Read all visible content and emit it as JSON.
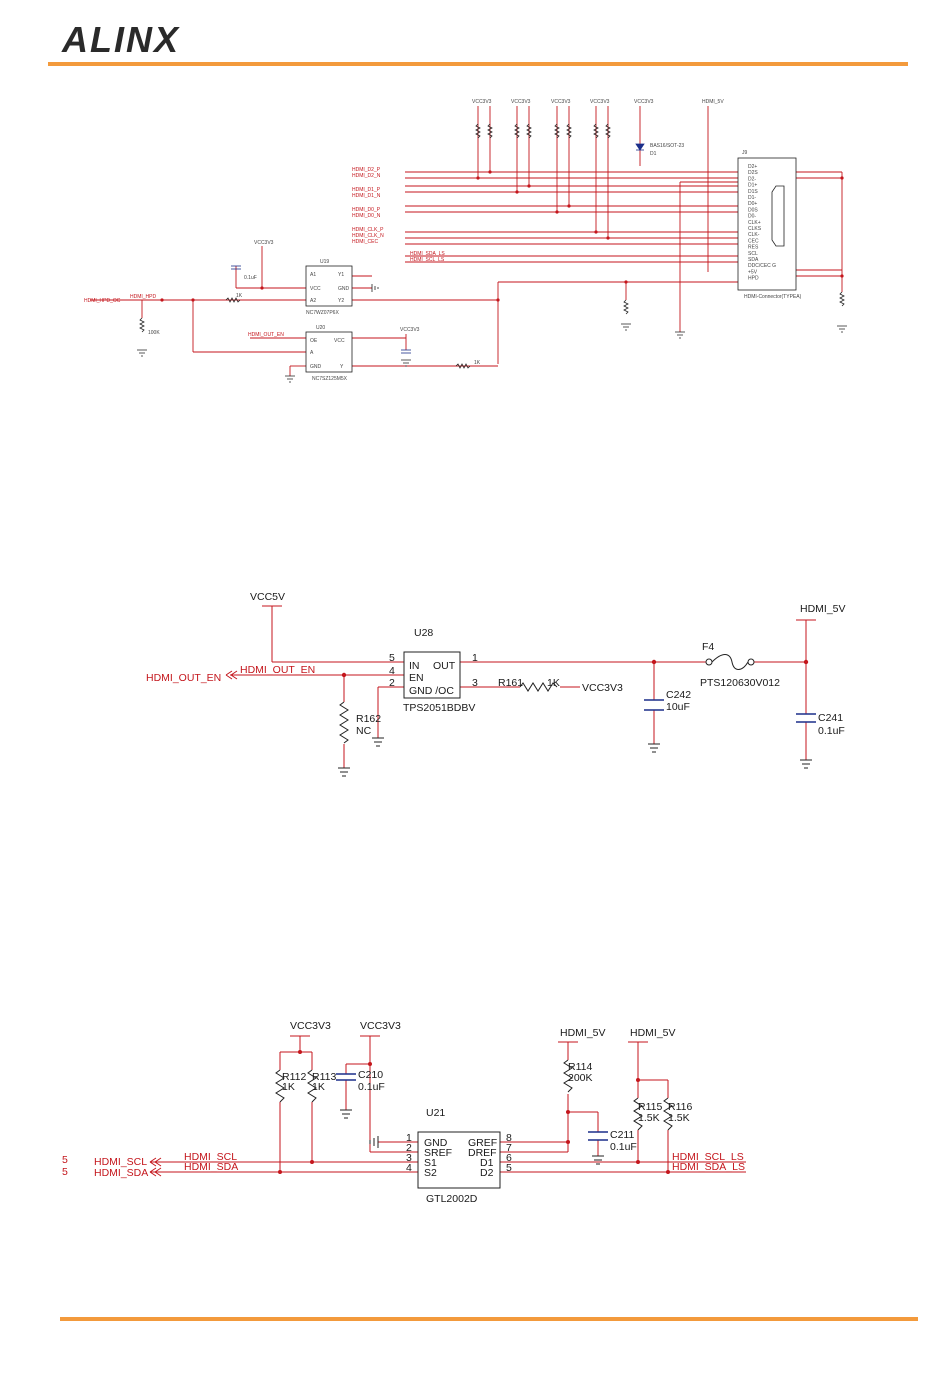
{
  "brand": {
    "name": "ALINX",
    "accent_color": "#f39a3c",
    "wire_color": "#c4161c",
    "component_color": "#222222",
    "capacitor_color": "#1b2f8a"
  },
  "sch_top": {
    "power_labels": [
      "VCC3V3",
      "VCC3V3",
      "VCC3V3",
      "VCC3V3",
      "VCC3V3",
      "HDMI_5V"
    ],
    "diode": "BAS16/SOT-23",
    "diode_ref": "D1",
    "connector_ref": "J9",
    "connector_part": "HDMI-Connector(TYPEA)",
    "connector_pins": [
      "D2+",
      "D2S",
      "D2-",
      "D1+",
      "D1S",
      "D1-",
      "D0+",
      "D0S",
      "D0-",
      "CLK+",
      "CLKS",
      "CLK-",
      "CEC",
      "RES",
      "SCL",
      "SDA",
      "DDC/CEC G",
      "+5V",
      "HPD"
    ],
    "net_labels": [
      "HDMI_D2_P",
      "HDMI_D2_N",
      "HDMI_D1_P",
      "HDMI_D1_N",
      "HDMI_D0_P",
      "HDMI_D0_N",
      "HDMI_CLK_P",
      "HDMI_CLK_N",
      "HDMI_CEC",
      "HDMI_SDA_LS",
      "HDMI_SCL_LS"
    ],
    "u19_ref": "U19",
    "u19_part": "NC7WZ07P6X",
    "u19_pins": [
      "A1",
      "Y1",
      "VCC",
      "GND",
      "A2",
      "Y2"
    ],
    "u20_ref": "U20",
    "u20_part": "NC7SZ125M5X",
    "u20_pins": [
      "OE",
      "A",
      "GND",
      "VCC",
      "Y"
    ],
    "hpd_in": "HDMI_HPD",
    "hpd_out": "HDMI_HPD_OC",
    "out_en": "HDMI_OUT_EN",
    "vcc_label": "VCC3V3",
    "c_top": "0.1uF",
    "r_left": "100K",
    "r_mid": "1K",
    "r_right": "1K"
  },
  "sch_mid": {
    "vcc5v": "VCC5V",
    "hdmi_5v": "HDMI_5V",
    "u28_ref": "U28",
    "u28_part": "TPS2051BDBV",
    "u28_pin_in": "IN",
    "u28_pin_out": "OUT",
    "u28_pin_en": "EN",
    "u28_pin_gnd": "GND /OC",
    "pin_5": "5",
    "pin_4": "4",
    "pin_2": "2",
    "pin_1": "1",
    "pin_3": "3",
    "out_en_port": "HDMI_OUT_EN",
    "out_en_net": "HDMI_OUT_EN",
    "r161": "R161",
    "r161_val": "1K",
    "vcc3v3": "VCC3V3",
    "r162": "R162",
    "r162_val": "NC",
    "c242": "C242",
    "c242_val": "10uF",
    "f4": "F4",
    "f4_part": "PTS120630V012",
    "c241": "C241",
    "c241_val": "0.1uF"
  },
  "sch_bot": {
    "vcc3v3_a": "VCC3V3",
    "vcc3v3_b": "VCC3V3",
    "hdmi_5v_a": "HDMI_5V",
    "hdmi_5v_b": "HDMI_5V",
    "r112": "R112",
    "r112_val": "1K",
    "r113": "R113",
    "r113_val": "1K",
    "c210": "C210",
    "c210_val": "0.1uF",
    "r114": "R114",
    "r114_val": "200K",
    "c211": "C211",
    "c211_val": "0.1uF",
    "r115": "R115",
    "r115_val": "1.5K",
    "r116": "R116",
    "r116_val": "1.5K",
    "u21_ref": "U21",
    "u21_part": "GTL2002D",
    "u21_pins_left": [
      "GND",
      "SREF",
      "S1",
      "S2"
    ],
    "u21_pins_right": [
      "GREF",
      "DREF",
      "D1",
      "D2"
    ],
    "u21_nums_left": [
      "1",
      "2",
      "3",
      "4"
    ],
    "u21_nums_right": [
      "8",
      "7",
      "6",
      "5"
    ],
    "sheet_ref_1": "5",
    "sheet_ref_2": "5",
    "scl_port": "HDMI_SCL",
    "sda_port": "HDMI_SDA",
    "scl_net": "HDMI_SCL",
    "sda_net": "HDMI_SDA",
    "scl_ls": "HDMI_SCL_LS",
    "sda_ls": "HDMI_SDA_LS"
  }
}
